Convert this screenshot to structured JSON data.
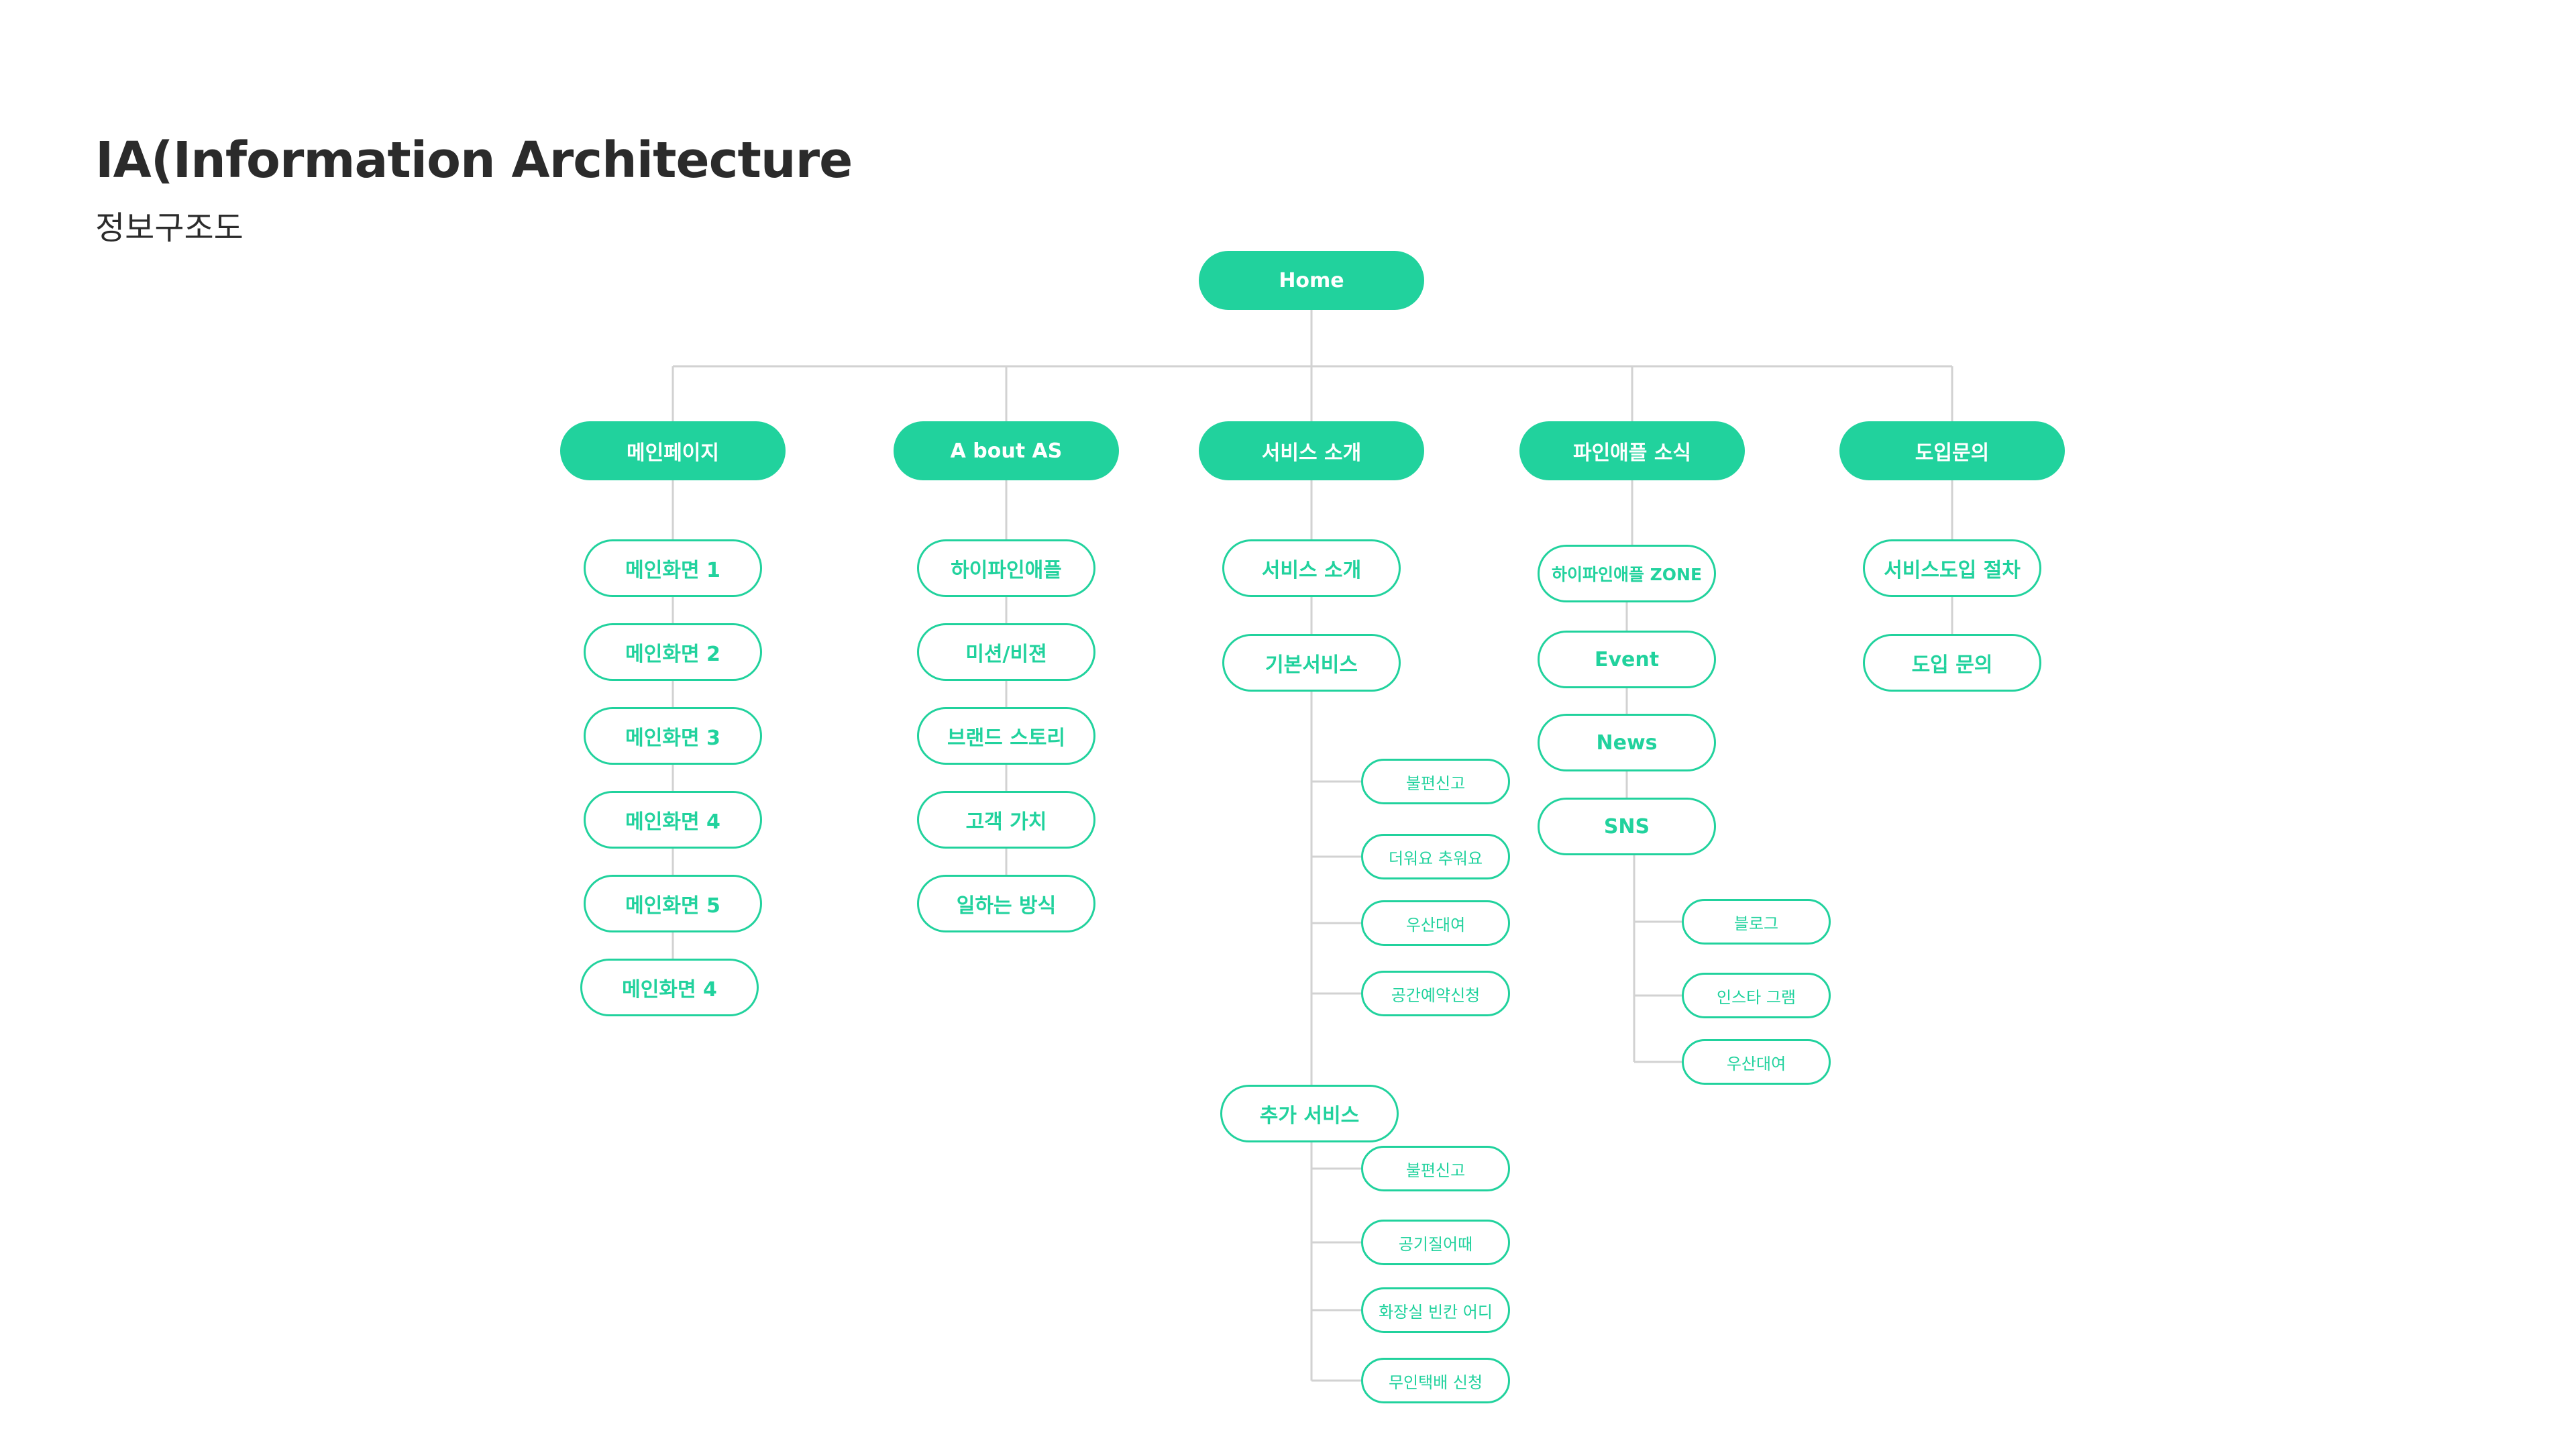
{
  "header": {
    "title": "IA(Information Architecture",
    "subtitle": "정보구조도"
  },
  "colors": {
    "accent": "#21d29d",
    "line": "#d2d2d2",
    "text": "#2b2b2b"
  },
  "tree": {
    "label": "Home",
    "children": [
      {
        "label": "메인페이지",
        "items": [
          "메인화면 1",
          "메인화면 2",
          "메인화면 3",
          "메인화면 4",
          "메인화면 5",
          "메인화면 4"
        ]
      },
      {
        "label": "A bout AS",
        "items": [
          "하이파인애플",
          "미션/비젼",
          "브랜드 스토리",
          "고객 가치",
          "일하는 방식"
        ]
      },
      {
        "label": "서비스 소개",
        "items": [
          {
            "label": "서비스 소개"
          },
          {
            "label": "기본서비스",
            "children": [
              "불편신고",
              "더워요 추워요",
              "우산대여",
              "공간예약신청"
            ]
          },
          {
            "label": "추가 서비스",
            "children": [
              "불편신고",
              "공기질어때",
              "화장실 빈칸 어디",
              "무인택배 신청"
            ]
          }
        ]
      },
      {
        "label": "파인애플 소식",
        "items": [
          {
            "label": "하이파인애플 ZONE"
          },
          {
            "label": "Event"
          },
          {
            "label": "News"
          },
          {
            "label": "SNS",
            "children": [
              "블로그",
              "인스타 그램",
              "우산대여"
            ]
          }
        ]
      },
      {
        "label": "도입문의",
        "items": [
          "서비스도입 절차",
          "도입 문의"
        ]
      }
    ]
  }
}
